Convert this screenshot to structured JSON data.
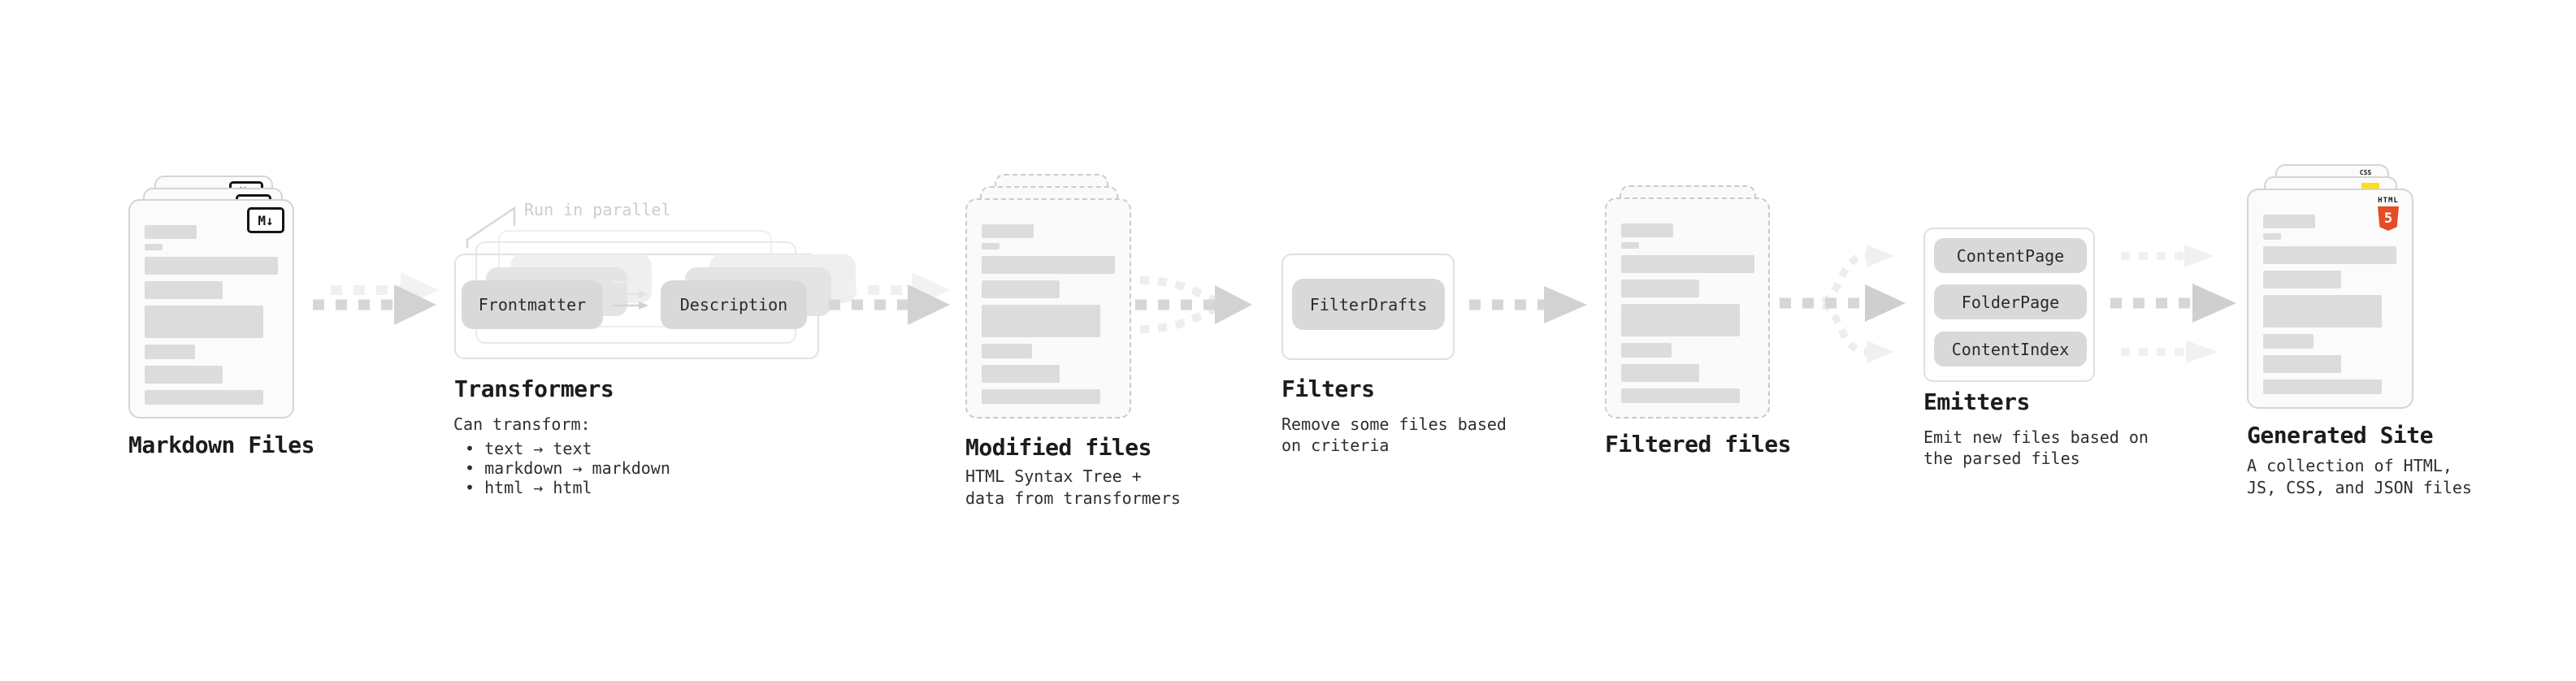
{
  "colors": {
    "html5": "#e44d26",
    "js": "#f7df1e",
    "css": "#2563eb"
  },
  "stages": {
    "markdown": {
      "title": "Markdown Files",
      "badge": "M↓"
    },
    "transformers": {
      "title": "Transformers",
      "note": "Run in parallel",
      "pill_left": "Frontmatter",
      "pill_right": "Description",
      "desc_heading": "Can transform:",
      "bullets": [
        "• text → text",
        "• markdown → markdown",
        "• html → html"
      ]
    },
    "modified": {
      "title": "Modified files",
      "desc_line1": "HTML Syntax Tree +",
      "desc_line2": "data from transformers"
    },
    "filters": {
      "title": "Filters",
      "pill": "FilterDrafts",
      "desc_line1": "Remove some files based",
      "desc_line2": "on criteria"
    },
    "filtered": {
      "title": "Filtered files"
    },
    "emitters": {
      "title": "Emitters",
      "pills": [
        "ContentPage",
        "FolderPage",
        "ContentIndex"
      ],
      "desc_line1": "Emit new files based on",
      "desc_line2": "the parsed files"
    },
    "generated": {
      "title": "Generated Site",
      "desc_line1": "A collection of HTML,",
      "desc_line2": "JS, CSS, and JSON files",
      "badge_html_label": "HTML",
      "badge_html_number": "5",
      "badge_css": "CSS"
    }
  }
}
